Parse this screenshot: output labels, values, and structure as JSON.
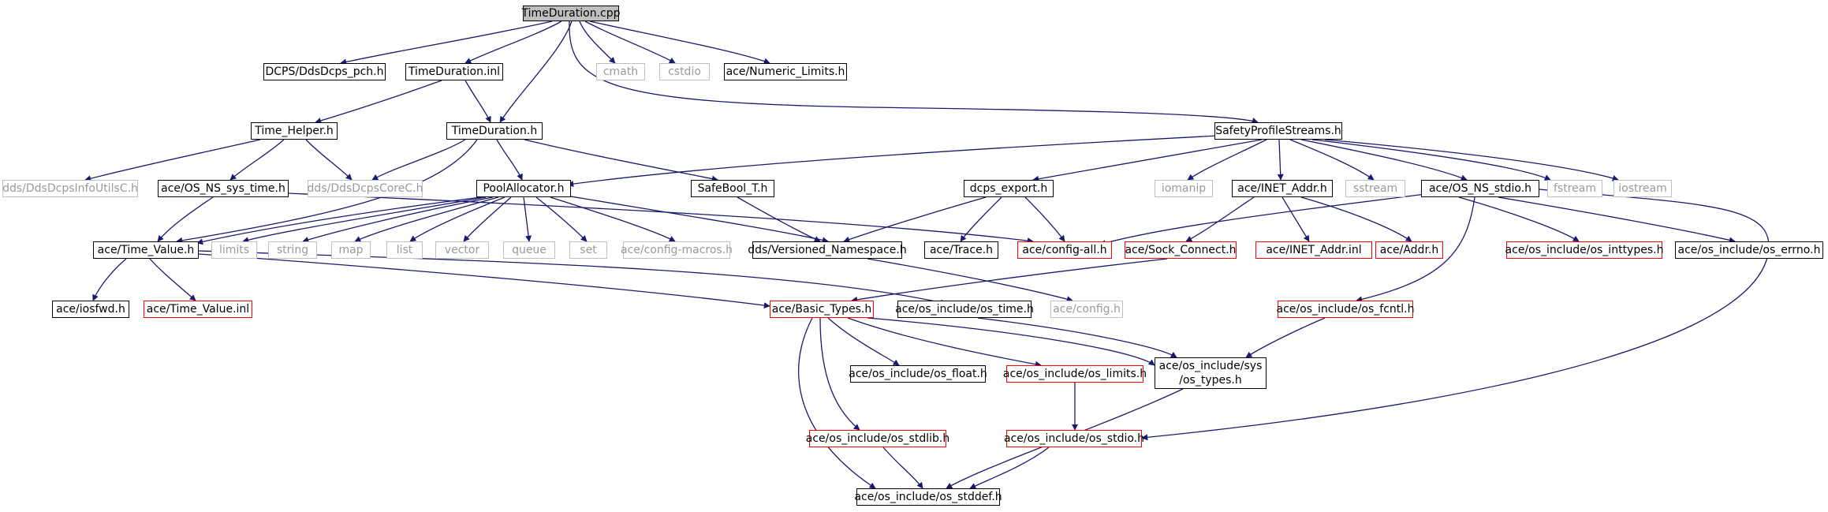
{
  "colors": {
    "edge": "#191970",
    "normal_border": "#000000",
    "red_border": "#ff0000",
    "ext_border": "#bfbfbf",
    "ext_text": "#9a9a9a",
    "root_fill": "#bfbfbf"
  },
  "nodes": {
    "timeduration_cpp": "TimeDuration.cpp",
    "dcps_ddsdcps_pch": "DCPS/DdsDcps_pch.h",
    "timeduration_inl": "TimeDuration.inl",
    "cmath": "cmath",
    "cstdio": "cstdio",
    "numeric_limits": "ace/Numeric_Limits.h",
    "time_helper": "Time_Helper.h",
    "timeduration_h": "TimeDuration.h",
    "safetyprofilestreams": "SafetyProfileStreams.h",
    "ddsdcpsinfoutilsc": "dds/DdsDcpsInfoUtilsC.h",
    "os_ns_sys_time": "ace/OS_NS_sys_time.h",
    "ddsdcpscorec": "dds/DdsDcpsCoreC.h",
    "poolallocator": "PoolAllocator.h",
    "safebool": "SafeBool_T.h",
    "dcps_export": "dcps_export.h",
    "iomanip": "iomanip",
    "inet_addr": "ace/INET_Addr.h",
    "sstream": "sstream",
    "os_ns_stdio": "ace/OS_NS_stdio.h",
    "fstream": "fstream",
    "iostream": "iostream",
    "time_value": "ace/Time_Value.h",
    "limits": "limits",
    "string": "string",
    "map": "map",
    "list": "list",
    "vector": "vector",
    "queue": "queue",
    "set": "set",
    "config_macros": "ace/config-macros.h",
    "versioned_namespace": "dds/Versioned_Namespace.h",
    "trace": "ace/Trace.h",
    "config_all": "ace/config-all.h",
    "sock_connect": "ace/Sock_Connect.h",
    "inet_addr_inl": "ace/INET_Addr.inl",
    "addr": "ace/Addr.h",
    "os_inttypes": "ace/os_include/os_inttypes.h",
    "os_errno": "ace/os_include/os_errno.h",
    "iosfwd": "ace/iosfwd.h",
    "time_value_inl": "ace/Time_Value.inl",
    "basic_types": "ace/Basic_Types.h",
    "os_time": "ace/os_include/os_time.h",
    "config_h": "ace/config.h",
    "os_fcntl": "ace/os_include/os_fcntl.h",
    "os_float": "ace/os_include/os_float.h",
    "os_limits": "ace/os_include/os_limits.h",
    "os_types_line1": "ace/os_include/sys",
    "os_types_line2": "/os_types.h",
    "os_stdlib": "ace/os_include/os_stdlib.h",
    "os_stdio": "ace/os_include/os_stdio.h",
    "os_stddef": "ace/os_include/os_stddef.h"
  }
}
